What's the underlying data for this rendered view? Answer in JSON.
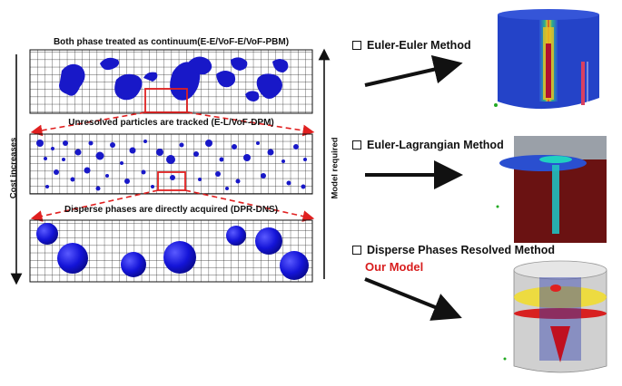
{
  "left_panels": {
    "top_title": "Both phase treated as continuum(E-E/VoF-E/VoF-PBM)",
    "middle_title": "Unresolved particles are tracked (E-L/VoF-DPM)",
    "bottom_title": "Disperse phases are directly acquired (DPR-DNS)"
  },
  "axes": {
    "left_label": "Cost increases",
    "right_label": "Model required"
  },
  "methods": {
    "euler_euler": "Euler-Euler Method",
    "euler_lagrangian": "Euler-Lagrangian Method",
    "disperse_resolved": "Disperse Phases Resolved Method",
    "our_model": "Our Model"
  },
  "colors": {
    "particle_blue": "#1414c8",
    "highlight_red": "#e02020",
    "grid_line": "#222222"
  }
}
